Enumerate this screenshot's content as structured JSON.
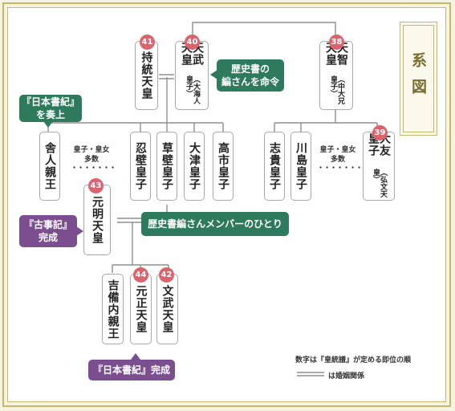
{
  "title": "系図",
  "people": {
    "jito": {
      "name": "持統天皇",
      "number": "41"
    },
    "tenmu": {
      "name": "天武天皇",
      "sub": "（大海人皇子）",
      "number": "40"
    },
    "tenji": {
      "name": "天智天皇",
      "sub": "（中大兄皇子）",
      "number": "38"
    },
    "toneri": {
      "name": "舎人親王"
    },
    "osakabe": {
      "name": "忍壁皇子"
    },
    "kusakabe": {
      "name": "草壁皇子"
    },
    "otsu": {
      "name": "大津皇子"
    },
    "takechi": {
      "name": "高市皇子"
    },
    "shiki": {
      "name": "志貴皇子"
    },
    "kawashima": {
      "name": "川島皇子"
    },
    "otomo": {
      "name": "大友皇子",
      "sub": "（弘文天皇）",
      "number": "39"
    },
    "genmei": {
      "name": "元明天皇",
      "number": "43"
    },
    "kibi": {
      "name": "吉備内親王"
    },
    "gensho": {
      "name": "元正天皇",
      "number": "44"
    },
    "monmu": {
      "name": "文武天皇",
      "number": "42"
    }
  },
  "callouts": {
    "tenmu_order": "歴史書の\n編さんを命令",
    "nihonshoki_presented_title": "『日本書紀』",
    "nihonshoki_presented_text": "を奏上",
    "members": "歴史書編さんメンバーのひとり",
    "kojiki_title": "『古事記』",
    "kojiki_text": "完成",
    "nihonshoki_done": "『日本書紀』完成"
  },
  "notes": {
    "many_left_1": "皇子・皇女",
    "many_left_2": "多数",
    "many_right_1": "皇子・皇女",
    "many_right_2": "多数",
    "dots": "・・・・・・・"
  },
  "legend": {
    "number_note": "数字は『皇統譜』が定める即位の順",
    "marriage_note": "は婚姻関係"
  },
  "colors": {
    "green": "#2e7a5c",
    "purple": "#7b4f8f",
    "badge": "#d9646e",
    "gold": "#c7b76a"
  }
}
